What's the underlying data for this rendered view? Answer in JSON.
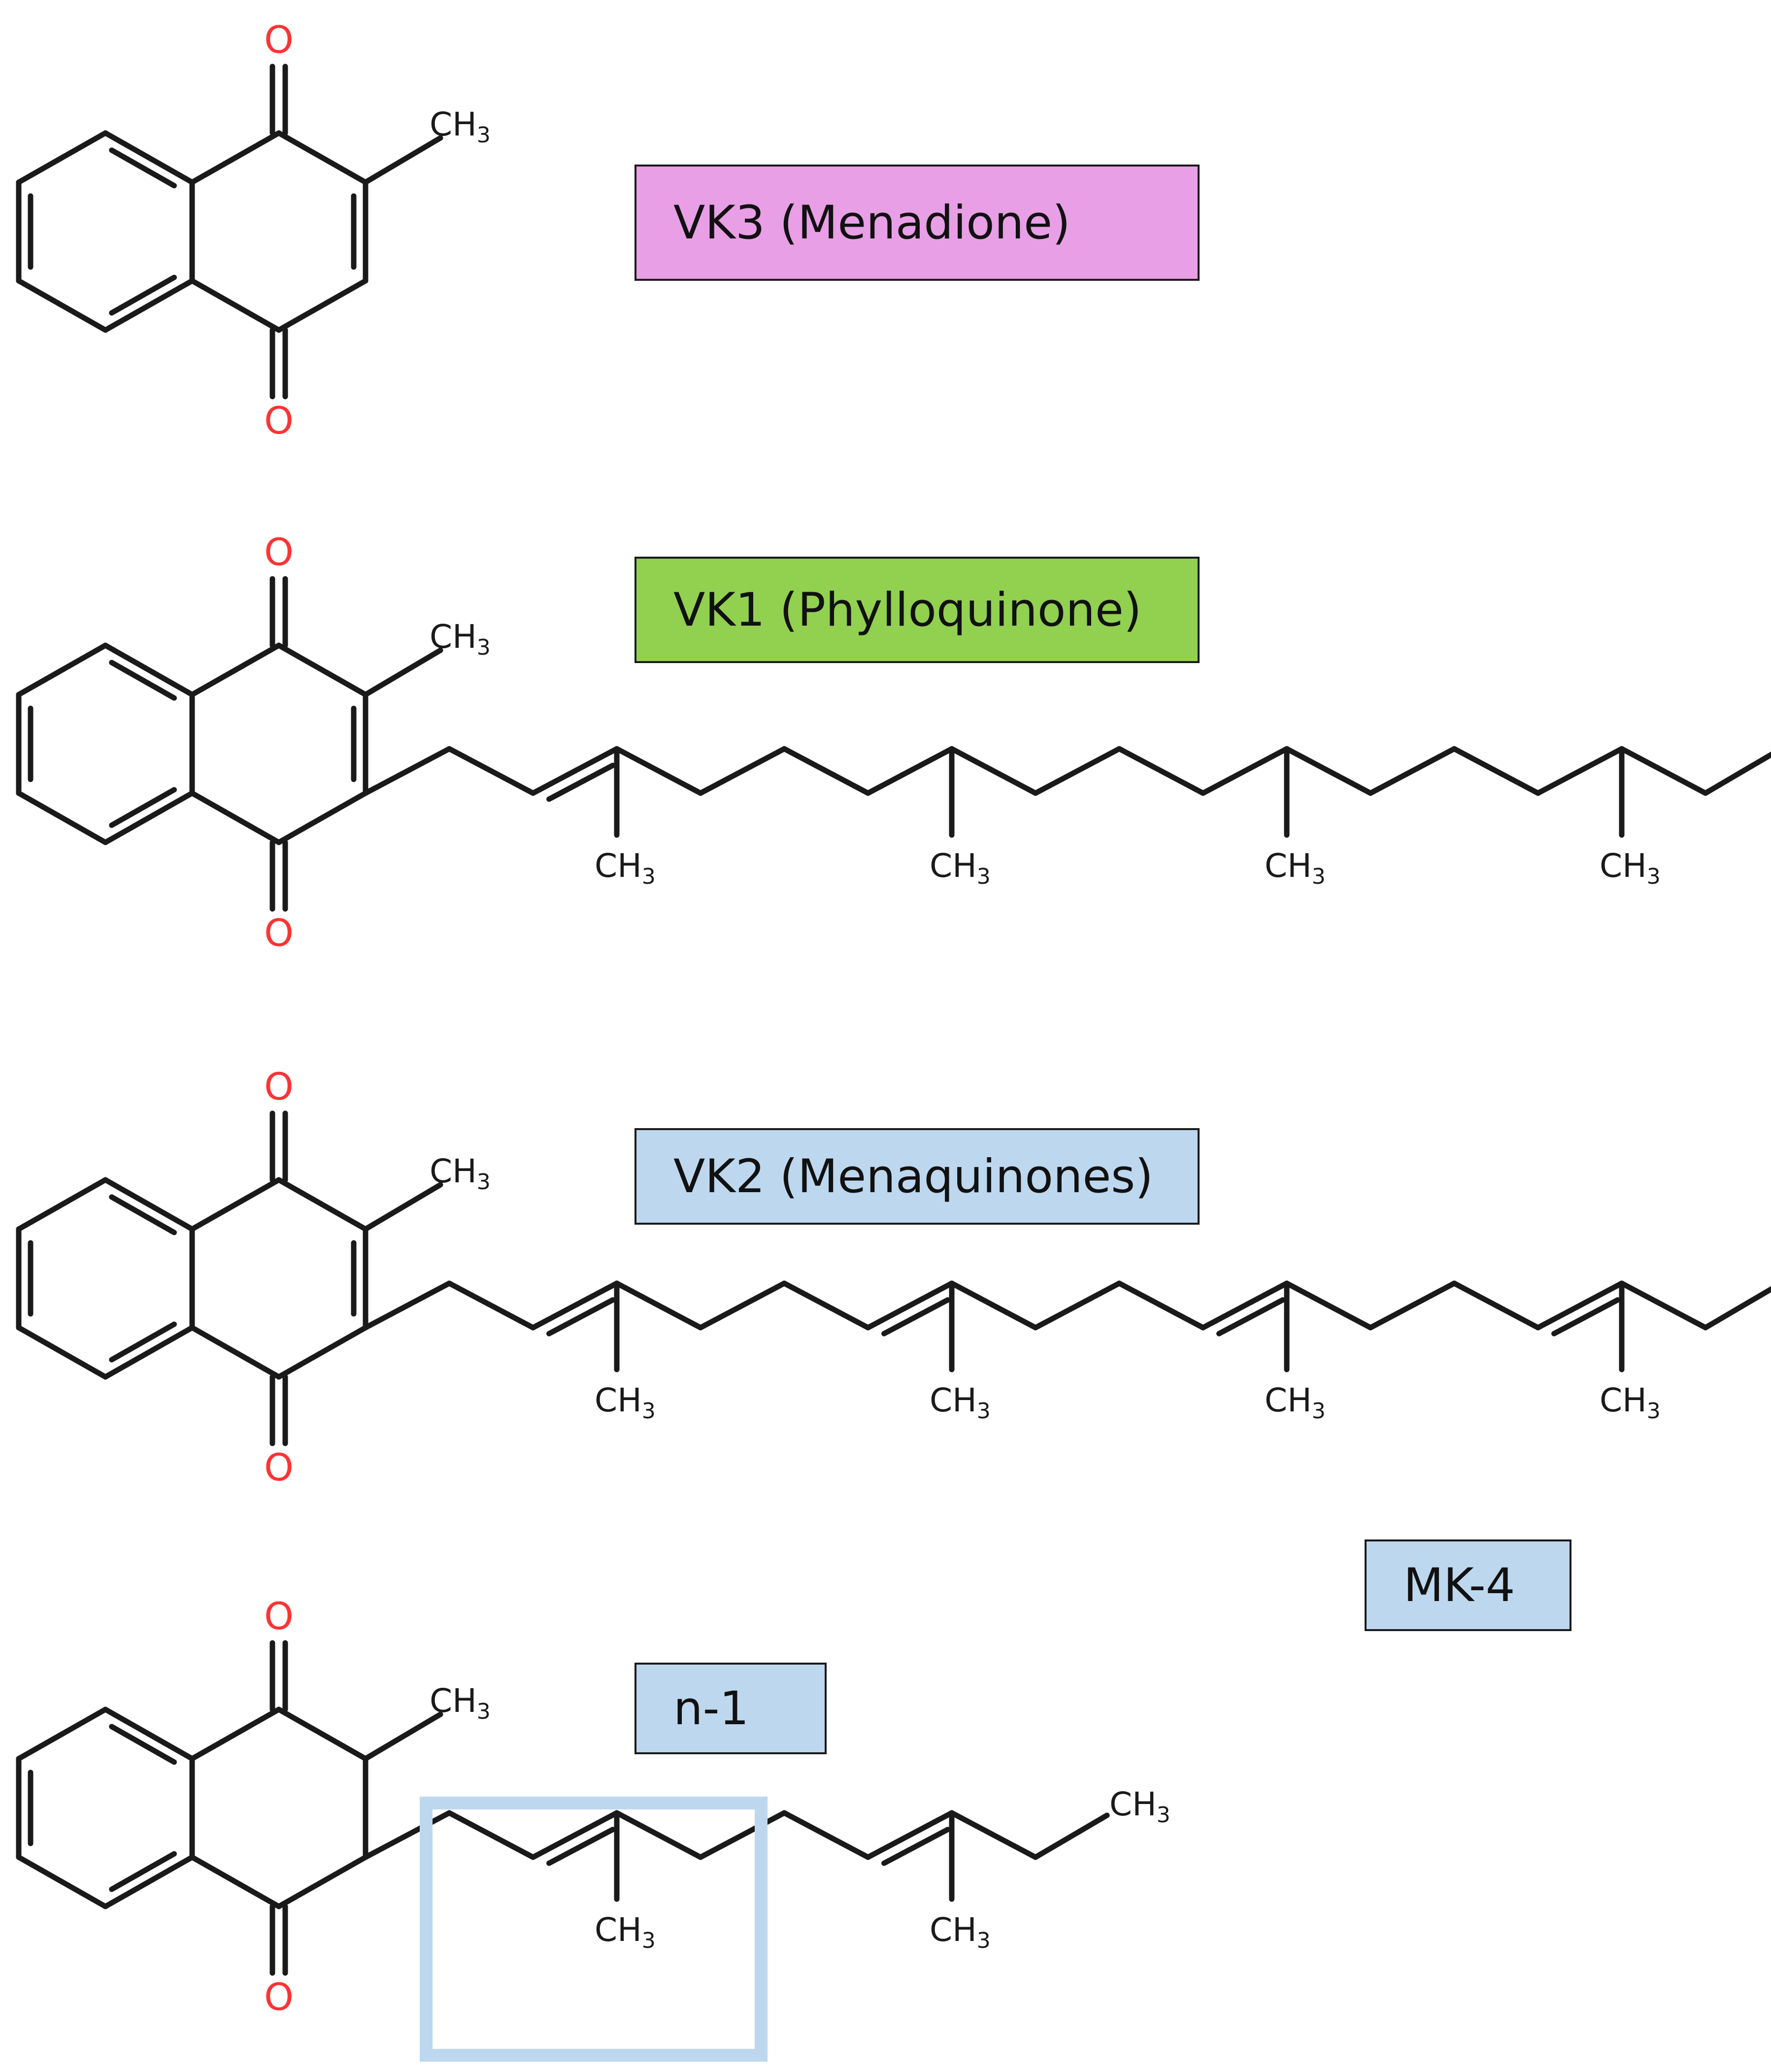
{
  "labels": {
    "vk3": "VK3 (Menadione)",
    "vk1": "VK1 (Phylloquinone)",
    "vk2": "VK2 (Menaquinones)",
    "mk4": "MK-4",
    "n1": "n-1"
  },
  "atoms": {
    "oxygen": "O",
    "methyl": "CH",
    "methyl_subscript": "3"
  },
  "colors": {
    "bond": "#1a1a1a",
    "oxygen": "#ff3333",
    "vk3_box": "#e89fe6",
    "vk1_box": "#92d050",
    "vk2_box": "#bdd7ee",
    "highlight_frame": "#bdd7ee"
  }
}
